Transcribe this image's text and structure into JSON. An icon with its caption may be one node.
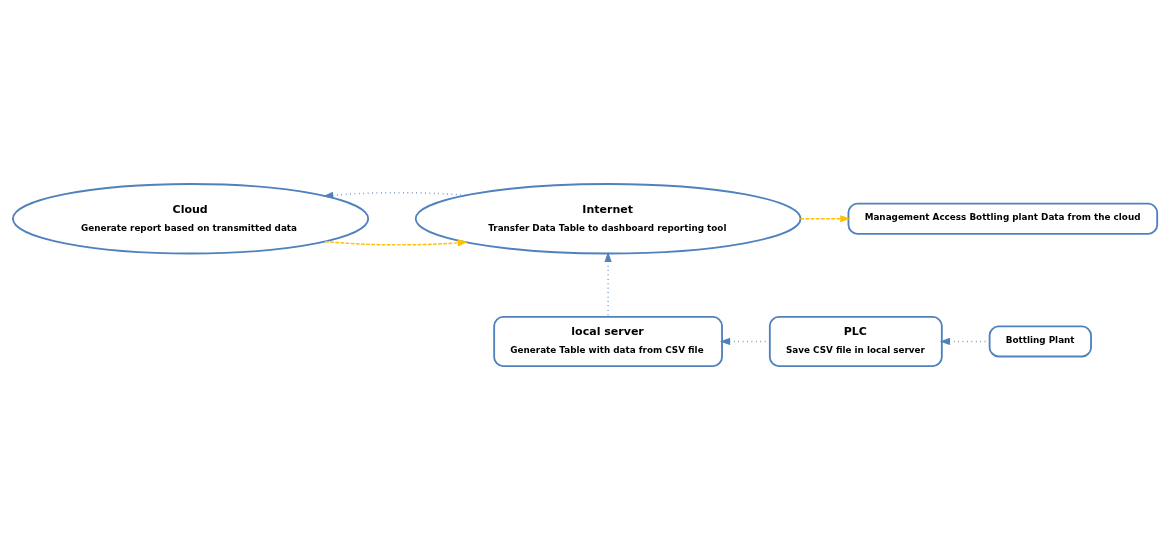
{
  "diagram": {
    "nodes": [
      {
        "text": [
          "Cloud",
          "Generate report based on transmitted data"
        ]
      },
      {
        "text": [
          "Internet",
          "Transfer Data Table to dashboard reporting tool"
        ]
      },
      {
        "text": [
          "Management Access Bottling plant Data from the cloud"
        ]
      },
      {
        "text": [
          "local server",
          "Generate Table with data from CSV file"
        ]
      },
      {
        "text": [
          "PLC",
          "Save CSV file in local server"
        ]
      },
      {
        "text": [
          "Bottling Plant"
        ]
      }
    ],
    "edges": [
      {
        "from": 0,
        "to": 1,
        "arrow": "to",
        "style": "dashed",
        "color": "#ffc000"
      },
      {
        "from": 1,
        "to": 2,
        "arrow": "to",
        "style": "dashed",
        "color": "#ffc000"
      },
      {
        "from": 1,
        "to": 0,
        "arrow": "to"
      },
      {
        "from": 3,
        "to": 1,
        "arrow": "to"
      },
      {
        "from": 4,
        "to": 3,
        "arrow": "to"
      },
      {
        "from": 5,
        "to": 4,
        "arrow": "to"
      }
    ]
  }
}
